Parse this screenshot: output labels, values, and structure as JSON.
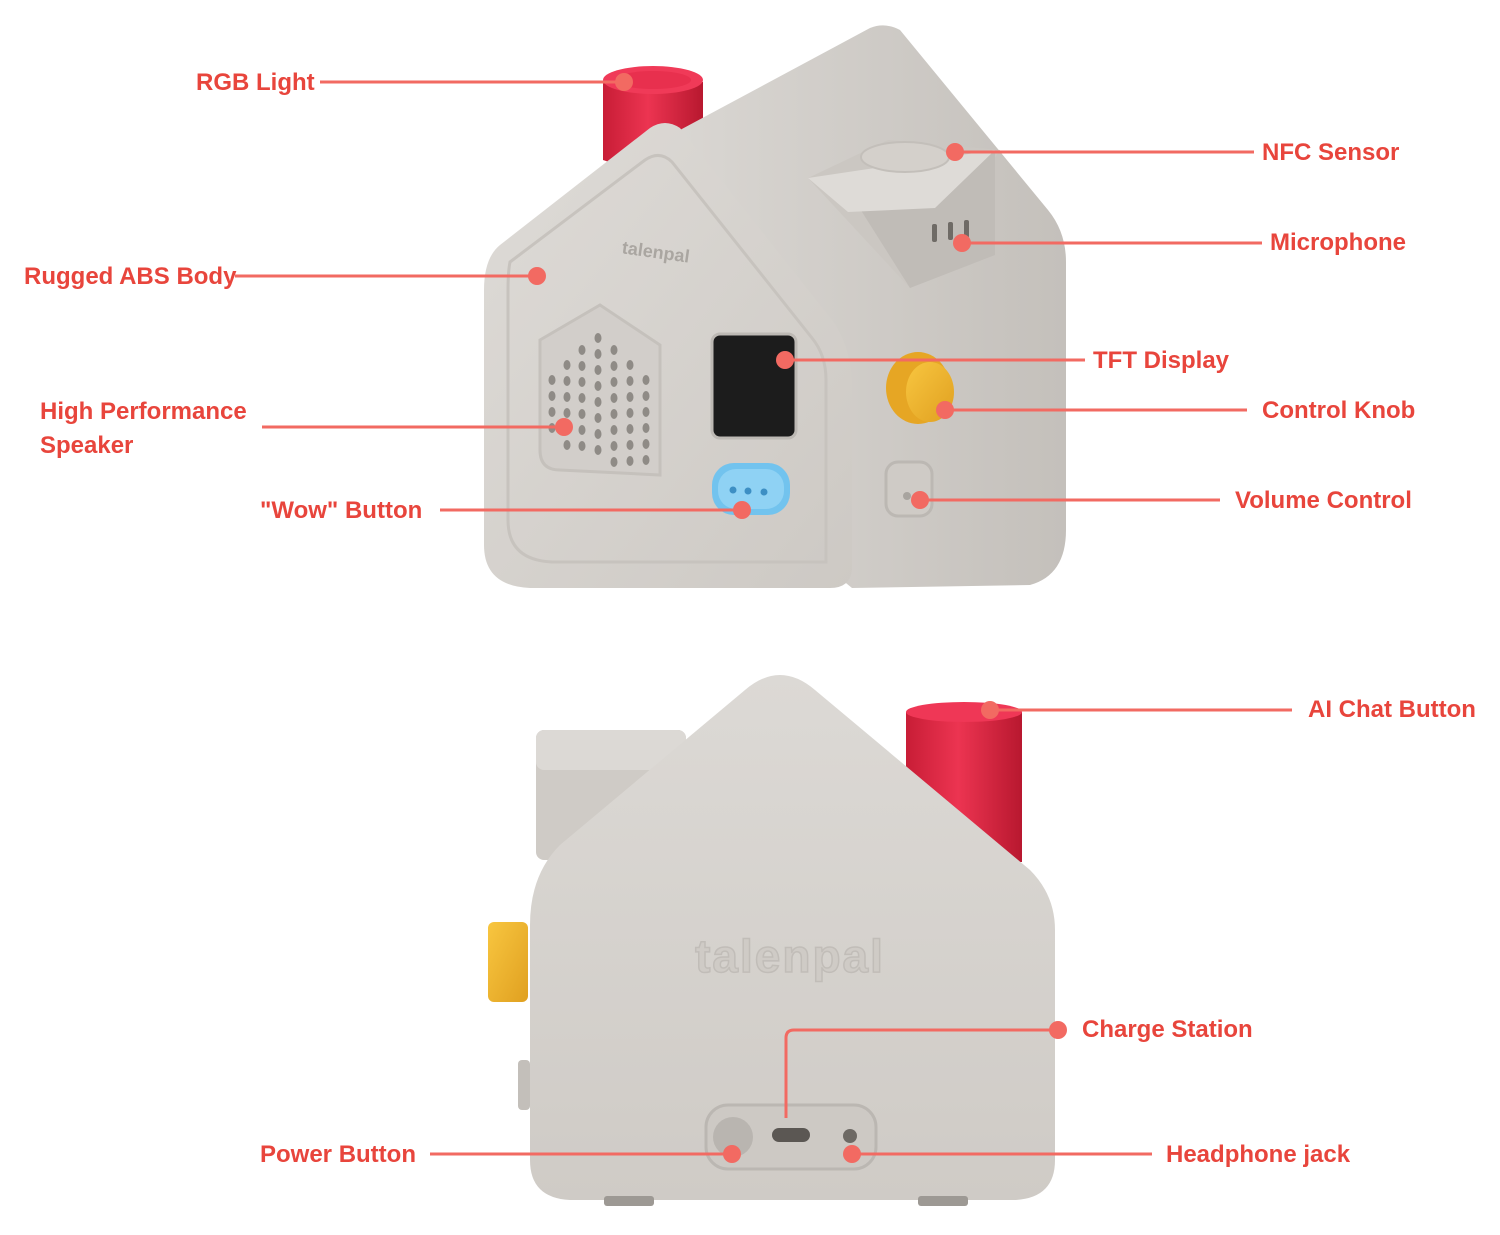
{
  "colors": {
    "accent": "#e8453c",
    "body": "#d6d3cf",
    "rgb_light": "#e02a45",
    "knob": "#f2b52e",
    "wow_button": "#72c3ee",
    "display": "#1c1c1c"
  },
  "logo_text": "talenpal",
  "labels": {
    "rgb_light": "RGB Light",
    "nfc_sensor": "NFC Sensor",
    "microphone": "Microphone",
    "rugged_abs_body": "Rugged ABS Body",
    "tft_display": "TFT Display",
    "high_performance_speaker": "High Performance Speaker",
    "control_knob": "Control Knob",
    "wow_button": "\"Wow\" Button",
    "volume_control": "Volume Control",
    "ai_chat_button": "AI Chat Button",
    "charge_station": "Charge Station",
    "power_button": "Power Button",
    "headphone_jack": "Headphone jack"
  }
}
